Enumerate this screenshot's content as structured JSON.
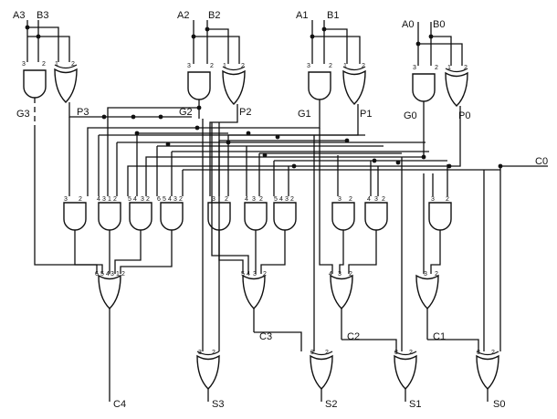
{
  "inputs": {
    "a3": "A3",
    "b3": "B3",
    "a2": "A2",
    "b2": "B2",
    "a1": "A1",
    "b1": "B1",
    "a0": "A0",
    "b0": "B0"
  },
  "carry_in": "C0",
  "stage_outputs": {
    "g3": "G3",
    "p3": "P3",
    "g2": "G2",
    "p2": "P2",
    "g1": "G1",
    "p1": "P1",
    "g0": "G0",
    "p0": "P0"
  },
  "carries": {
    "c3": "C3",
    "c2": "C2",
    "c1": "C1"
  },
  "outputs": {
    "c4": "C4",
    "s3": "S3",
    "s2": "S2",
    "s1": "S1",
    "s0": "S0"
  },
  "pin_numbers": {
    "p1": "1",
    "p2": "2",
    "p3": "3",
    "p4": "4",
    "p5": "5",
    "p6": "6"
  }
}
